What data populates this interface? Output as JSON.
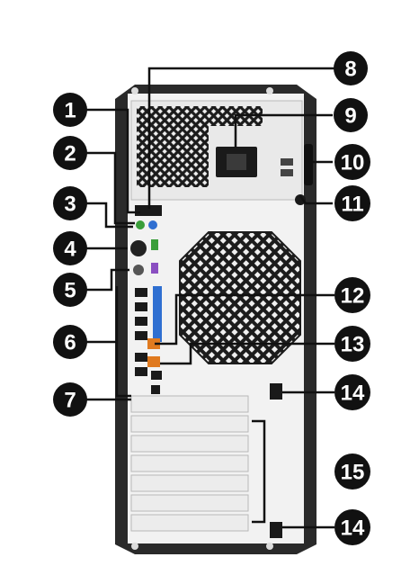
{
  "figure": {
    "subject": "desktop-tower-rear-panel"
  },
  "callouts": [
    {
      "id": "c1",
      "label": "1"
    },
    {
      "id": "c2",
      "label": "2"
    },
    {
      "id": "c3",
      "label": "3"
    },
    {
      "id": "c4",
      "label": "4"
    },
    {
      "id": "c5",
      "label": "5"
    },
    {
      "id": "c6",
      "label": "6"
    },
    {
      "id": "c7",
      "label": "7"
    },
    {
      "id": "c8",
      "label": "8"
    },
    {
      "id": "c9",
      "label": "9"
    },
    {
      "id": "c10",
      "label": "10"
    },
    {
      "id": "c11",
      "label": "11"
    },
    {
      "id": "c12",
      "label": "12"
    },
    {
      "id": "c13",
      "label": "13"
    },
    {
      "id": "c14a",
      "label": "14"
    },
    {
      "id": "c15",
      "label": "15"
    },
    {
      "id": "c14b",
      "label": "14"
    }
  ],
  "colors": {
    "chassis_frame": "#2a2a2a",
    "panel": "#f2f2f2",
    "callout_bg": "#111111",
    "callout_text": "#ffffff",
    "port_green": "#3a9e3a",
    "port_blue": "#2f6fd1",
    "port_purple": "#8a4fc1",
    "port_orange": "#e07a1f"
  }
}
